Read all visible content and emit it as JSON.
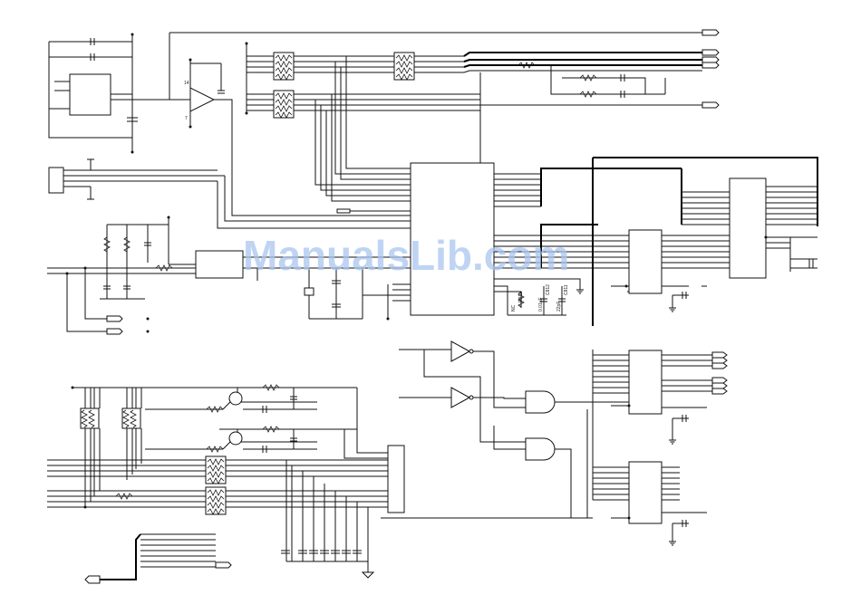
{
  "watermark": "ManualsLib.com",
  "pin_labels": {
    "opamp_pin_top": "14",
    "opamp_pin_bottom": "7"
  },
  "component_labels": {
    "r811": "R811",
    "nc": "NC",
    "c812": "C812",
    "c811": "C811",
    "c812_value": "0.01uF",
    "c811_value": "22pF"
  },
  "colors": {
    "wire": "#111111",
    "watermark": "#a9c6ef",
    "background": "#ffffff"
  }
}
